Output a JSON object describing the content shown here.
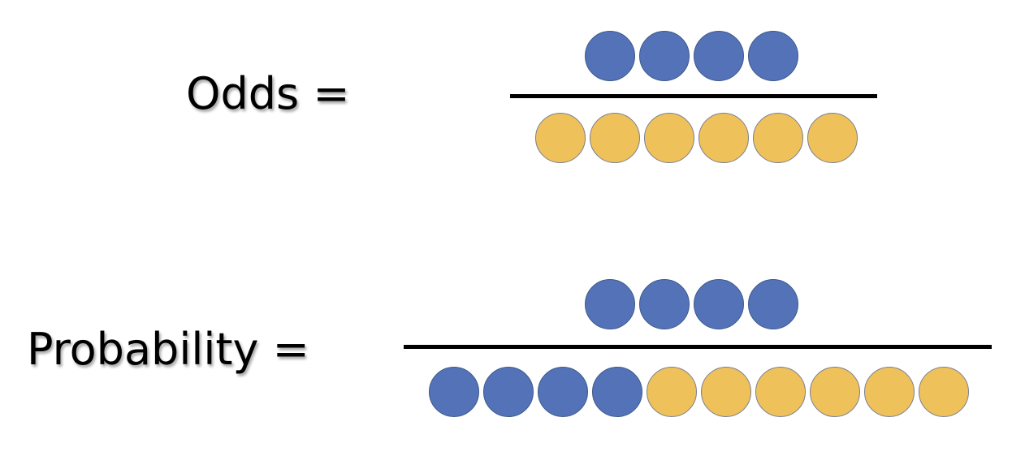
{
  "colors": {
    "blue": "#5472b8",
    "yellow": "#efc15b"
  },
  "odds": {
    "label": "Odds =",
    "numerator": [
      "blue",
      "blue",
      "blue",
      "blue"
    ],
    "denominator": [
      "yellow",
      "yellow",
      "yellow",
      "yellow",
      "yellow",
      "yellow"
    ]
  },
  "probability": {
    "label": "Probability =",
    "numerator": [
      "blue",
      "blue",
      "blue",
      "blue"
    ],
    "denominator": [
      "blue",
      "blue",
      "blue",
      "blue",
      "yellow",
      "yellow",
      "yellow",
      "yellow",
      "yellow",
      "yellow"
    ]
  }
}
